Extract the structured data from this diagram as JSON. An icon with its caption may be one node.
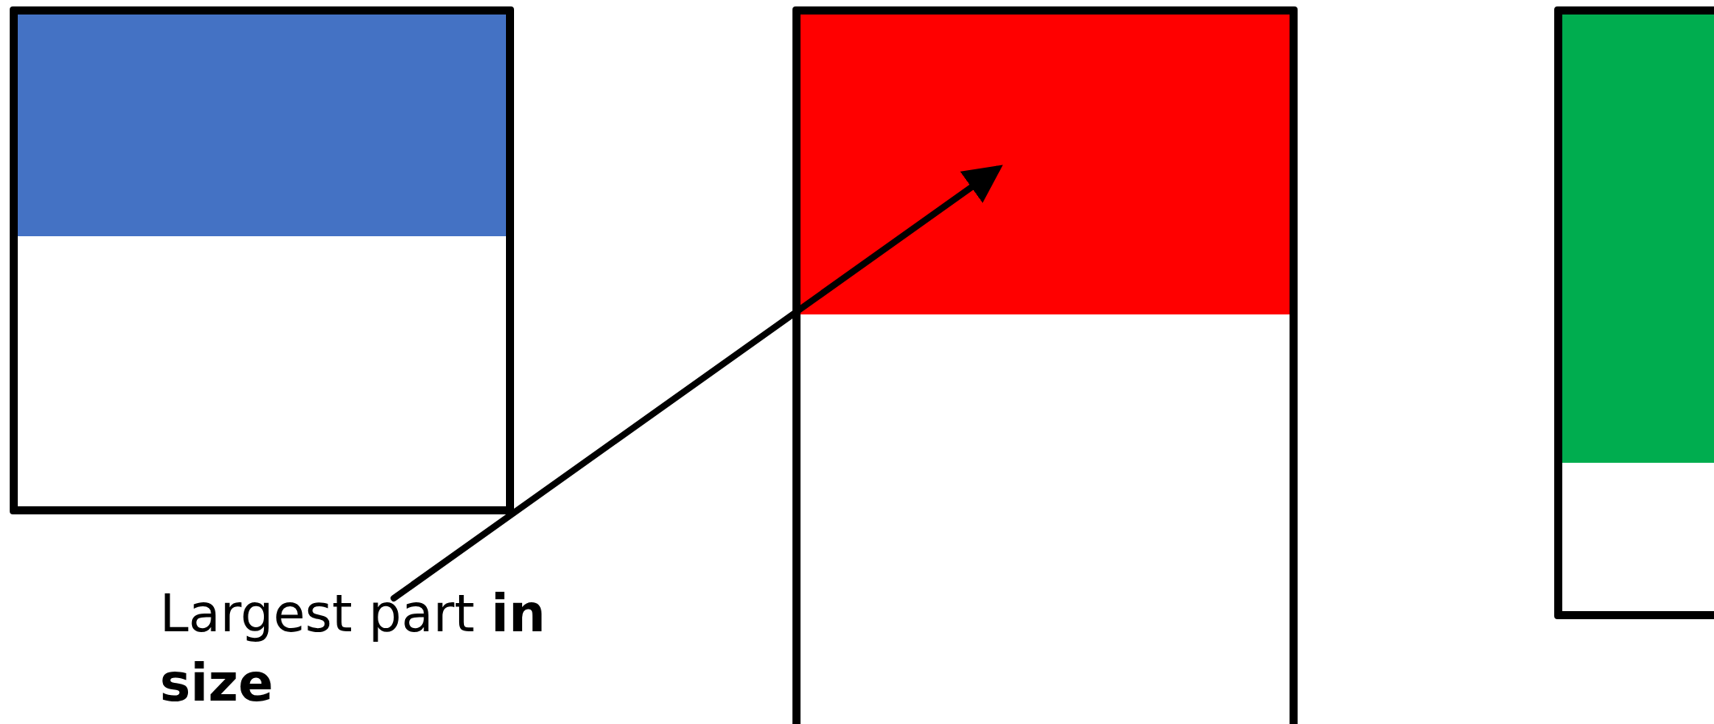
{
  "diagram": {
    "nodes": [
      {
        "text": [],
        "shape": "box"
      },
      {
        "text": [],
        "shape": "bar",
        "in": 0
      },
      {
        "text": [],
        "shape": "box"
      },
      {
        "text": [],
        "shape": "bar",
        "in": 2
      },
      {
        "text": [],
        "shape": "box"
      },
      {
        "text": [],
        "shape": "bar",
        "in": 4
      },
      {
        "text": [
          "Largest part **in size**"
        ]
      }
    ],
    "edges": [
      {
        "from": 6,
        "to": 3,
        "arrow": "to"
      }
    ]
  }
}
